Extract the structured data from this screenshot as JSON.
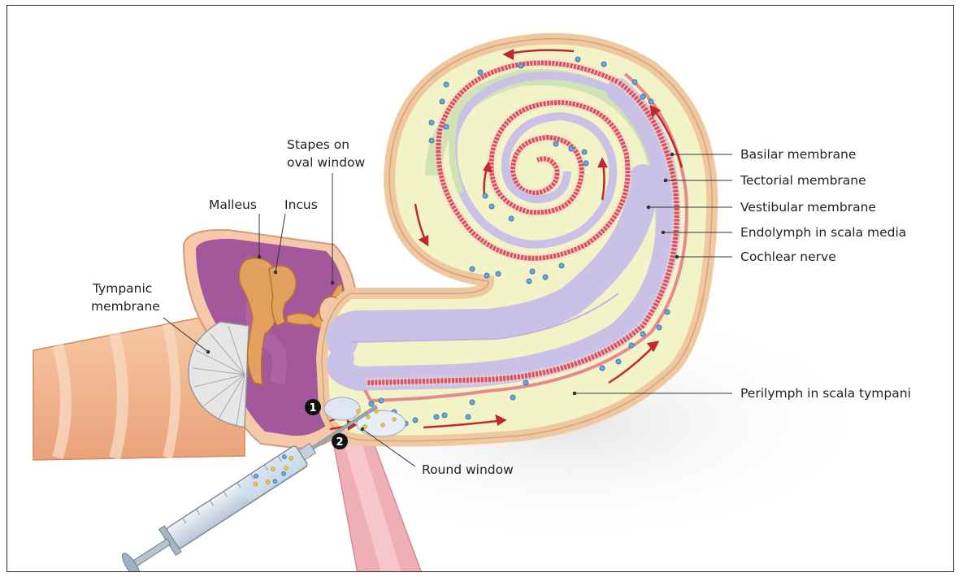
{
  "labels": {
    "stapes_line1": "Stapes on",
    "stapes_line2": "oval window",
    "malleus": "Malleus",
    "incus": "Incus",
    "tympanic_line1": "Tympanic",
    "tympanic_line2": "membrane",
    "basilar": "Basilar membrane",
    "tectorial": "Tectorial membrane",
    "vestibular": "Vestibular membrane",
    "endolymph": "Endolymph in scala media",
    "cochlear_nerve": "Cochlear nerve",
    "perilymph": "Perilymph in scala tympani",
    "round_window": "Round window"
  },
  "markers": {
    "step1": "1",
    "step2": "2"
  },
  "colors": {
    "perilymph_fill": "#f2f4c8",
    "scala_border": "#f0c8a0",
    "scala_media": "#c9c2e6",
    "basilar_red": "#d9505a",
    "middle_ear": "#a2589a",
    "ossicle": "#e3a15f",
    "ear_canal": "#f2b58e",
    "arrow_red": "#c0282e",
    "droplet_blue": "#6aa8dc",
    "green_band": "#cfe3b4"
  },
  "icons": {
    "syringe": "syringe-icon"
  }
}
